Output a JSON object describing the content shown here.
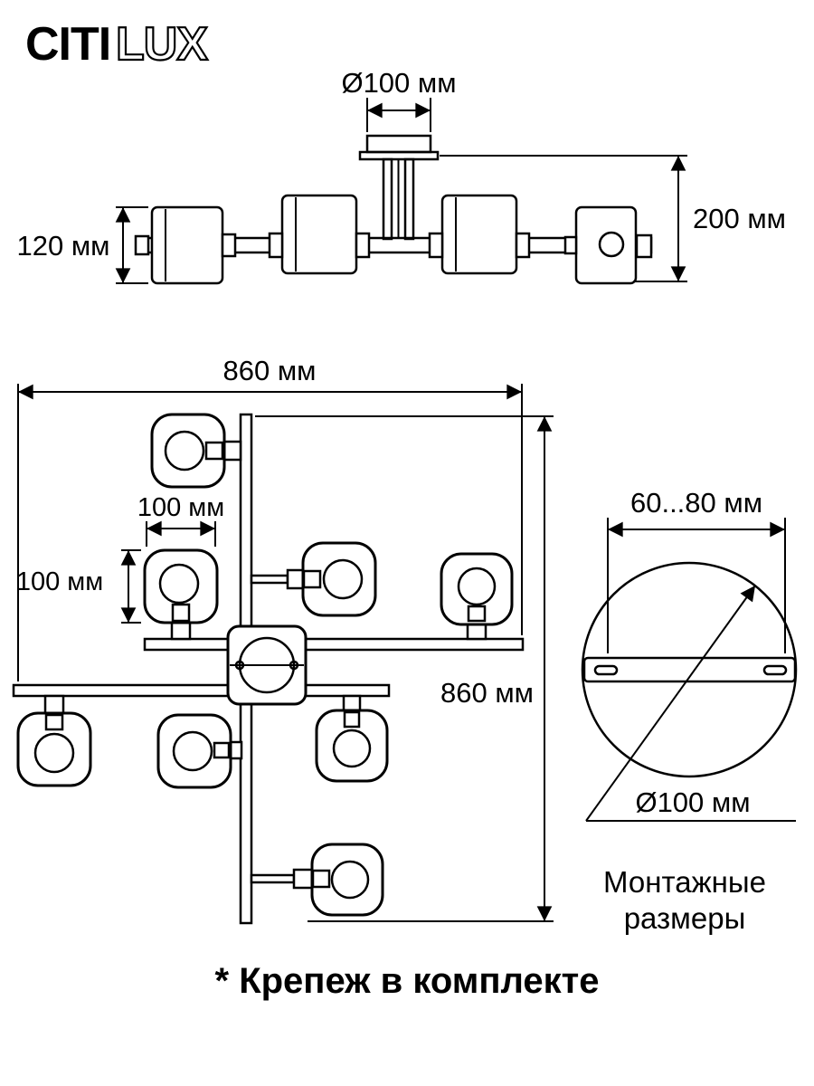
{
  "logo": {
    "part1": "CITI",
    "part2": "LUX"
  },
  "side_view": {
    "dim_canopy": "Ø100 мм",
    "dim_height": "200 мм",
    "dim_shade_height": "120 мм"
  },
  "plan_view": {
    "dim_width": "860 мм",
    "dim_depth": "860 мм",
    "dim_shade_w": "100 мм",
    "dim_shade_h": "100 мм"
  },
  "mounting": {
    "dim_slots": "60...80 мм",
    "dim_plate": "Ø100 мм",
    "caption_line1": "Монтажные",
    "caption_line2": "размеры"
  },
  "footer": {
    "note": "* Крепеж в комплекте"
  },
  "colors": {
    "line": "#000000",
    "background": "#ffffff"
  }
}
